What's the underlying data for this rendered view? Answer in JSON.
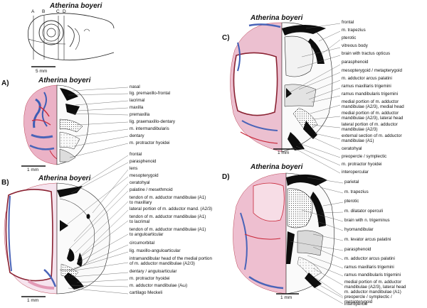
{
  "figure": {
    "species_title": "Atherina boyeri",
    "overview": {
      "section_letters": [
        "A",
        "B",
        "C",
        "D"
      ],
      "scale": "5 mm"
    },
    "panels": [
      {
        "letter": "A)",
        "title": "Atherina boyeri",
        "scale": "1 mm",
        "labels": [
          "nasal",
          "lig. premaxillo-frontal",
          "lacrimal",
          "maxilla",
          "premaxilla",
          "lig. praemaxillo-dentary",
          "m. intermandibularis",
          "dentary",
          "m. protractor hyoidei"
        ]
      },
      {
        "letter": "B)",
        "title": "Atherina boyeri",
        "scale": "1 mm",
        "labels": [
          "frontal",
          "parasphenoid",
          "lens",
          "mesopterygoid",
          "ceratohyal",
          "palatine / mesethmoid",
          "tendon of m. adductor mandibulae (A1)\nto maxillary",
          "lateral portion of m. adductor mand. (A2/3)",
          "tendon of m. adductor mandibulae (A1)\nto lacrimal",
          "tendon of m. adductor mandibulae (A1)\nto anguloarticular",
          "circumorbital",
          "lig. maxillo-anguloarticular",
          "intramandibular head of the medial portion\nof m. adductor mandibulae (A2/3)",
          "dentary / anguloarticular",
          "m. protractor hyoidei",
          "m. adductor mandibulae (Aω)",
          "cartilago Meckeli"
        ]
      },
      {
        "letter": "C)",
        "title": "Atherina boyeri",
        "scale": "1 mm",
        "labels": [
          "frontal",
          "m. trapezius",
          "pterotic",
          "vitreous body",
          "brain with tractus opticus",
          "parasphenoid",
          "mesopterygoid / metapterygoid",
          "m. adductor arcus palatini",
          "ramus maxillaris trigemini",
          "ramus mandibularis trigemini",
          "medial portion of m. adductor\nmandibulae (A2/3), medial head",
          "medial portion of m. adductor\nmandibulae (A2/3), lateral head",
          "lateral portion of m. adductor\nmandibulae (A2/3)",
          "external section of m. adductor\nmandibulae (A1)",
          "ceratohyal",
          "preopercle / symplectic",
          "m. protractor hyoidei",
          "interopercular"
        ]
      },
      {
        "letter": "D)",
        "title": "Atherina boyeri",
        "scale": "1 mm",
        "labels": [
          "parietal",
          "m. trapezius",
          "pterotic",
          "m. dilatator operculi",
          "brain with n. trigeminus",
          "hyomandibular",
          "m. levator arcus palatini",
          "parasphenoid",
          "m. adductor arcus palatini",
          "ramus maxillaris trigemini",
          "ramus mandibularis trigemini",
          "medial portion of m. adductor\nmandibulae (A2/3), lateral head",
          "m. adductor mandibulae (A1)",
          "preopercle / symplectic /\nmetapterygoid",
          "interopercle"
        ]
      }
    ]
  },
  "colors": {
    "stain_pink": "#e9a9c0",
    "stain_blue": "#4a64b8",
    "stain_red": "#c8283a",
    "bone_black": "#0d0d0d",
    "line": "#555555"
  }
}
